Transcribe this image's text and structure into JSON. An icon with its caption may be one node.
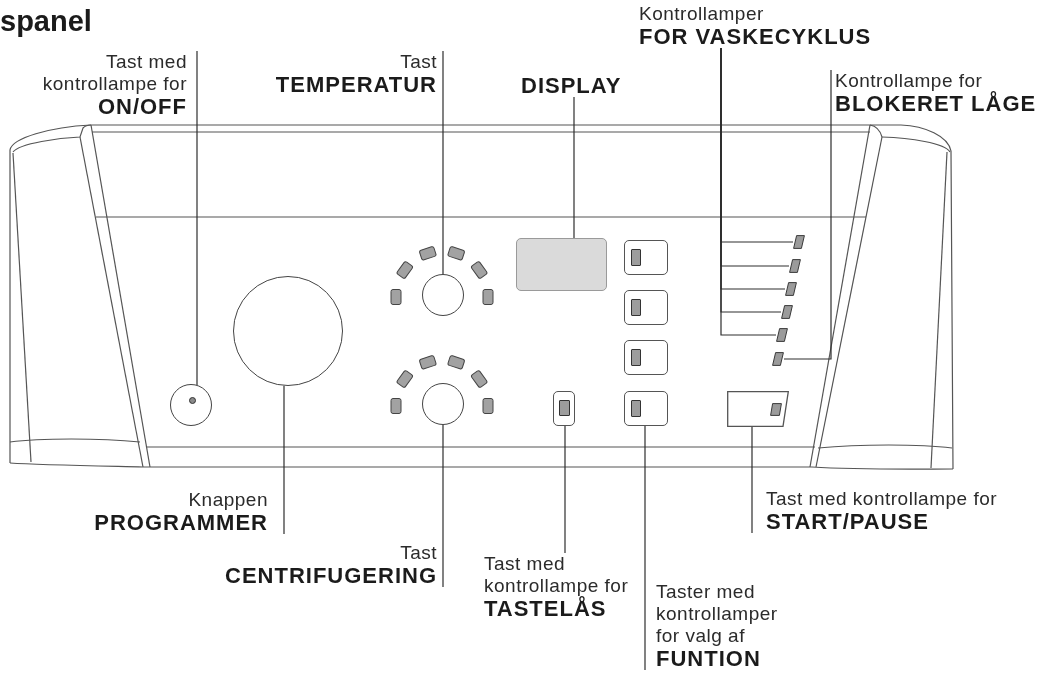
{
  "diagram": {
    "title": "spanel",
    "nodes": [
      {
        "text": [
          "Tast med kontrollampe for",
          "ON/OFF"
        ]
      },
      {
        "text": [
          "Tast",
          "TEMPERATUR"
        ]
      },
      {
        "text": [
          "DISPLAY"
        ]
      },
      {
        "text": [
          "Kontrollamper",
          "FOR VASKECYKLUS"
        ]
      },
      {
        "text": [
          "Kontrollampe for",
          "BLOKERET LÅGE"
        ]
      },
      {
        "text": [],
        "shape": "circle"
      },
      {
        "text": [],
        "shape": "circle"
      },
      {
        "text": [],
        "shape": "circle"
      },
      {
        "text": [],
        "shape": "circle"
      },
      {
        "text": [],
        "shape": "box"
      },
      {
        "text": [],
        "shape": "box"
      },
      {
        "text": [],
        "shape": "box"
      },
      {
        "text": [],
        "shape": "box"
      },
      {
        "text": [],
        "shape": "box"
      },
      {
        "text": [],
        "shape": "box"
      },
      {
        "text": [],
        "shape": "box"
      },
      {
        "text": [],
        "shape": "box"
      },
      {
        "text": [],
        "shape": "box"
      },
      {
        "text": [],
        "shape": "box"
      },
      {
        "text": [
          "Knappen",
          "PROGRAMMER"
        ]
      },
      {
        "text": [
          "Tast",
          "CENTRIFUGERING"
        ]
      },
      {
        "text": [
          "Tast med kontrollampe for",
          "TASTELÅS"
        ]
      },
      {
        "text": [
          "Taster med kontrollamper for valg af",
          "FUNTION"
        ]
      },
      {
        "text": [
          "Tast med kontrollampe for",
          "START/PAUSE"
        ]
      }
    ],
    "edges": [
      {
        "from": 0,
        "to": 5,
        "arrow": "none"
      },
      {
        "from": 1,
        "to": 7,
        "arrow": "none"
      },
      {
        "from": 2,
        "to": 9,
        "arrow": "none"
      },
      {
        "from": 3,
        "to": 12,
        "arrow": "none"
      },
      {
        "from": 3,
        "to": 13,
        "arrow": "none"
      },
      {
        "from": 3,
        "to": 14,
        "arrow": "none"
      },
      {
        "from": 3,
        "to": 15,
        "arrow": "none"
      },
      {
        "from": 3,
        "to": 16,
        "arrow": "none"
      },
      {
        "from": 4,
        "to": 17,
        "arrow": "none"
      },
      {
        "from": 19,
        "to": 6,
        "arrow": "none"
      },
      {
        "from": 20,
        "to": 8,
        "arrow": "none"
      },
      {
        "from": 21,
        "to": 10,
        "arrow": "none"
      },
      {
        "from": 22,
        "to": 11,
        "arrow": "none"
      },
      {
        "from": 23,
        "to": 18,
        "arrow": "none"
      }
    ]
  }
}
